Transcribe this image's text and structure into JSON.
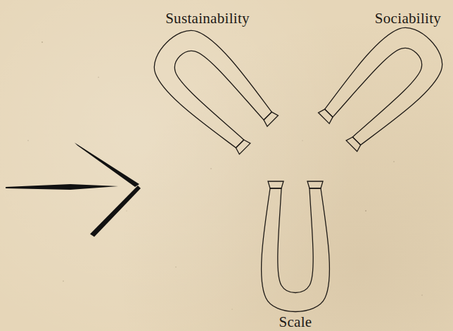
{
  "diagram": {
    "nodes": [
      {
        "text": [
          "Sustainability"
        ]
      },
      {
        "text": [
          "Sociability"
        ]
      },
      {
        "text": [
          "Scale"
        ]
      }
    ]
  }
}
